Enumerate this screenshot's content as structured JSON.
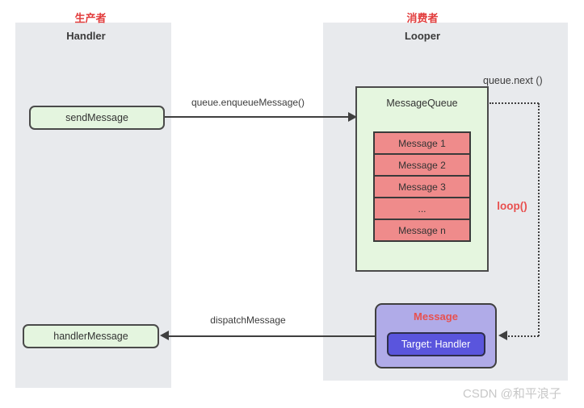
{
  "roles": {
    "producer": "生产者",
    "consumer": "消费者"
  },
  "handler_lane": {
    "title": "Handler",
    "send_message": "sendMessage",
    "handler_message": "handlerMessage"
  },
  "looper_lane": {
    "title": "Looper",
    "queue_title": "MessageQueue",
    "messages": [
      "Message 1",
      "Message 2",
      "Message 3",
      "...",
      "Message n"
    ],
    "message_node_title": "Message",
    "target_label": "Target: Handler"
  },
  "connectors": {
    "enqueue_label": "queue.enqueueMessage()",
    "dispatch_label": "dispatchMessage",
    "queue_next_label": "queue.next ()",
    "loop_label": "loop()"
  },
  "watermark": "CSDN @和平浪子",
  "colors": {
    "lane_bg": "#e8eaed",
    "green_fill": "#e4f5df",
    "message_row_fill": "#ef8b8b",
    "purple_fill": "#b0abe8",
    "target_fill": "#5a55dd",
    "accent_red": "#e23d3d",
    "line": "#3f3f3f",
    "watermark_gray": "#c8c8c8"
  }
}
